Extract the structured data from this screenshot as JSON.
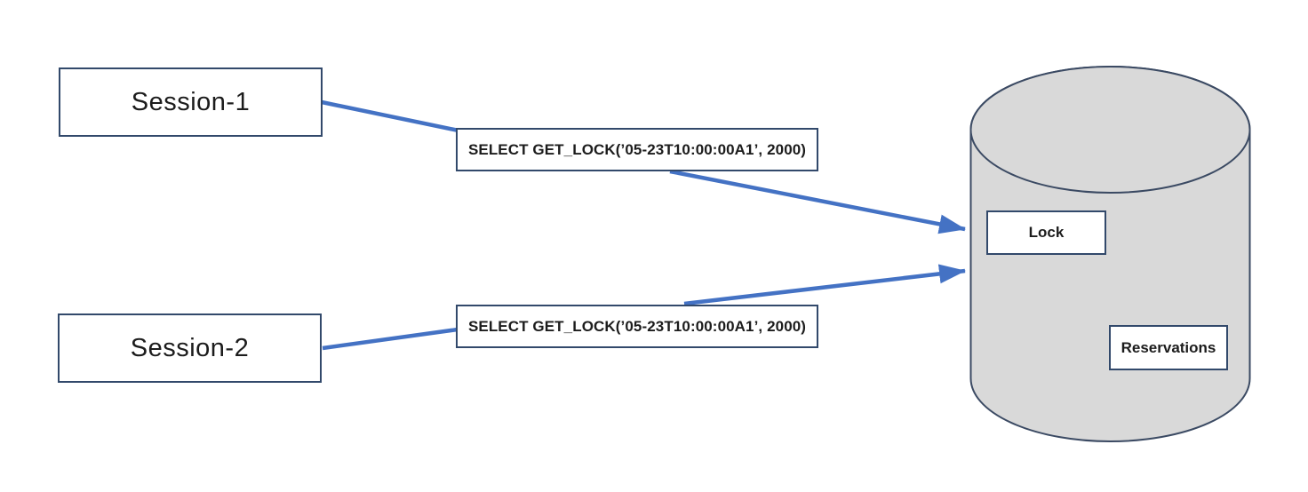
{
  "diagram": {
    "title": "Two sessions acquiring the same named lock on a database",
    "type": "flow-diagram"
  },
  "colors": {
    "background": "#ffffff",
    "box_border": "#32496b",
    "connector_blue": "#4472c4",
    "cylinder_fill": "#d9d9d9",
    "cylinder_border": "#3b4a63",
    "text": "#1c1c1c"
  },
  "nodes": {
    "session1": {
      "label": "Session-1"
    },
    "session2": {
      "label": "Session-2"
    },
    "query1": {
      "text": "SELECT GET_LOCK(’05-23T10:00:00A1’, 2000)"
    },
    "query2": {
      "text": "SELECT GET_LOCK(’05-23T10:00:00A1’, 2000)"
    },
    "database": {
      "lock_label": "Lock",
      "reservations_label": "Reservations"
    }
  },
  "edges": [
    {
      "from": "session1",
      "to": "query1",
      "arrowhead": false
    },
    {
      "from": "session2",
      "to": "query2",
      "arrowhead": false
    },
    {
      "from": "query1",
      "to": "database",
      "arrowhead": true
    },
    {
      "from": "query2",
      "to": "database",
      "arrowhead": true
    }
  ]
}
